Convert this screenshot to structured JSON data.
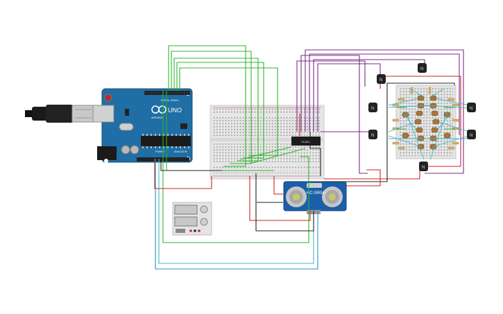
{
  "arduino": {
    "model": "UNO",
    "brand": "ARDUINO",
    "digital_label": "DIGITAL (PWM~)",
    "power_label": "POWER",
    "analog_label": "ANALOG IN"
  },
  "chip": {
    "label": "CD4511"
  },
  "sensor": {
    "label": "HC-SR04"
  },
  "transistors": {
    "label": "N"
  },
  "colors": {
    "wire_green": "#2fb52f",
    "wire_purple": "#7a2a8a",
    "wire_red": "#cc2222",
    "wire_black": "#222222",
    "wire_cyan": "#3fb8c8",
    "wire_blue": "#2a8fc0",
    "arduino_board": "#1f6ea5",
    "sensor_board": "#1b5fa8"
  }
}
